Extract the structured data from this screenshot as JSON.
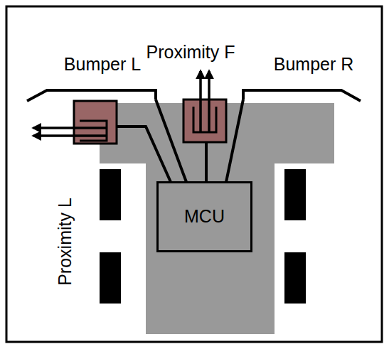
{
  "diagram": {
    "nodes": [
      {
        "text": [
          "MCU"
        ]
      }
    ],
    "labels": [
      "Proximity F",
      "Bumper L",
      "Bumper R",
      "Proximity L"
    ]
  }
}
